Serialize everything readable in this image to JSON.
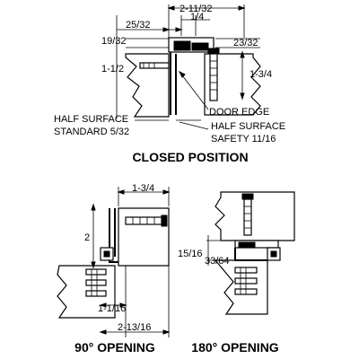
{
  "closed": {
    "dim_overall": "2-11/32",
    "dim_quarter": "1/4",
    "dim_left_top": "25/32",
    "dim_left_side": "19/32",
    "dim_right_top": "23/32",
    "dim_left_height": "1-1/2",
    "dim_right_height": "1-3/4",
    "label_door_edge": "DOOR EDGE",
    "label_half_surface_left_1": "HALF SURFACE",
    "label_half_surface_left_2": "STANDARD 5/32",
    "label_half_surface_right_1": "HALF SURFACE",
    "label_half_surface_right_2": "SAFETY 11/16",
    "title": "CLOSED POSITION"
  },
  "open90": {
    "dim_top": "1-3/4",
    "dim_side": "2",
    "dim_bottom_a": "1-1/16",
    "dim_bottom_b": "2-13/16",
    "title": "90° OPENING"
  },
  "open180": {
    "dim_a": "15/16",
    "dim_b": "33/64",
    "title": "180° OPENING"
  }
}
